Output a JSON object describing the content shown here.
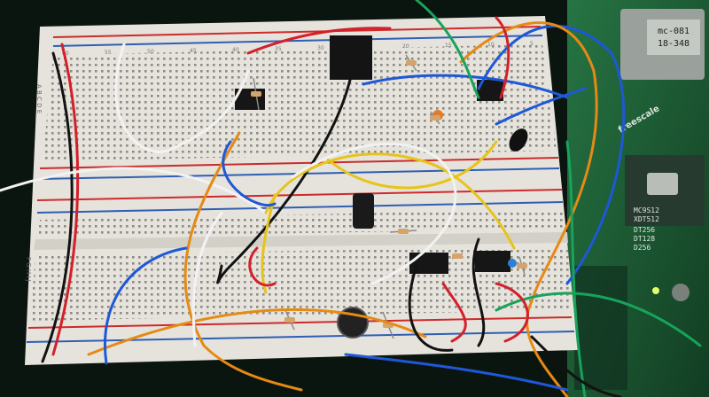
{
  "photo": {
    "board_labels": {
      "chip_code_1": "mc-081",
      "chip_code_2": "18-348",
      "brand": "freescale",
      "part_1": "MC9S12",
      "part_2": "XDT512",
      "part_3": "DT256",
      "part_4": "DT128",
      "part_5": "D256"
    },
    "breadboard_row_letters_top": "A B C D E",
    "breadboard_row_letters_bottom": "F G H I J",
    "breadboard_columns": [
      "60",
      "55",
      "50",
      "45",
      "40",
      "35",
      "30",
      "25",
      "20",
      "15",
      "10",
      "5"
    ],
    "colors": {
      "board_white": "#e9e6df",
      "rail_red": "#cc2b2b",
      "rail_blue": "#2f5fb3",
      "pcb_green": "#1f6a3a",
      "wire_red": "#d3202a",
      "wire_black": "#121212",
      "wire_white": "#f2f2f2",
      "wire_blue": "#1e58d6",
      "wire_orange": "#e58a14",
      "wire_yellow": "#e6c419",
      "wire_green": "#18a35a"
    }
  }
}
